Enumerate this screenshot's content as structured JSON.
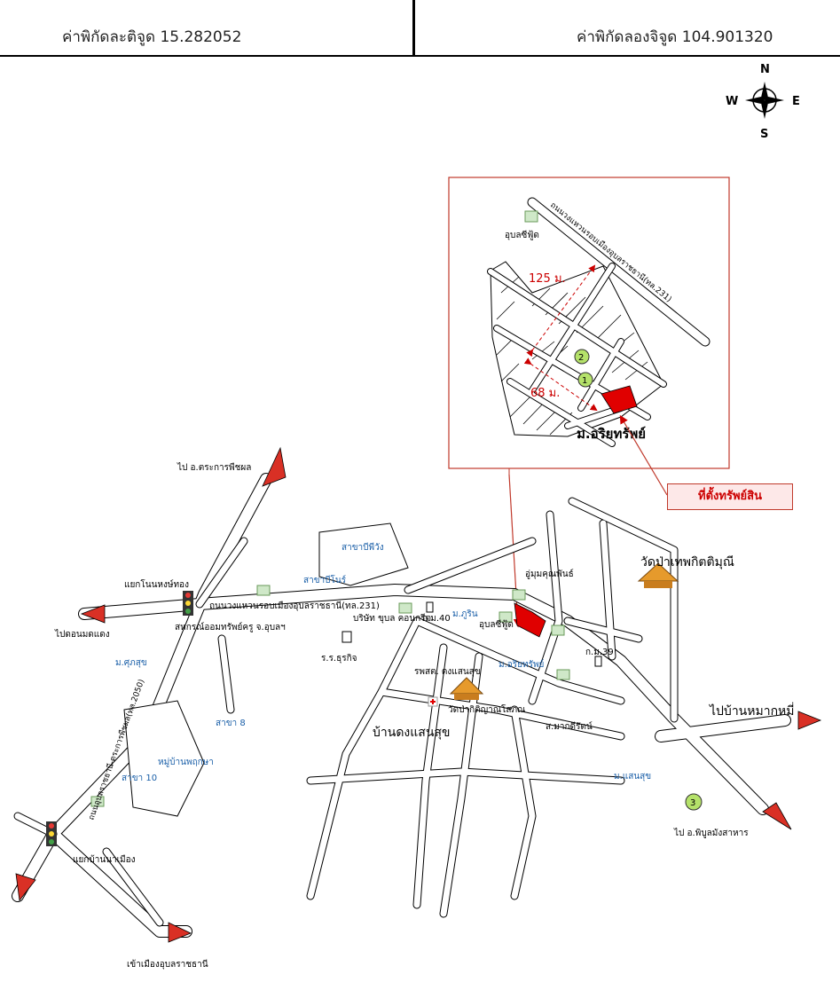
{
  "header": {
    "latitude_label": "ค่าพิกัดละติจูด 15.282052",
    "longitude_label": "ค่าพิกัดลองจิจูด 104.901320"
  },
  "compass": {
    "n": "N",
    "s": "S",
    "e": "E",
    "w": "W"
  },
  "inset": {
    "road_label": "ถนนวงแหวนรอบเมืองอุบลราชธานี(ทล.231)",
    "landmark": "อุบลซีฟู้ด",
    "dist_1": "125 ม.",
    "dist_2": "68 ม.",
    "village": "ม.อริยทรัพย์",
    "marker_1": "1",
    "marker_2": "2"
  },
  "property_label": "ที่ตั้งทรัพย์สิน",
  "map": {
    "to_trakan": "ไป อ.ตระการพืชผล",
    "junction_tong": "แยกโนนหงษ์ทอง",
    "to_don_mot_daeng": "ไปดอนมดแดง",
    "village_sukjai": "ม.ศุภสุข",
    "coop": "สหกรณ์ออมทรัพย์ครู จ.อุบลฯ",
    "ring_road": "ถนนวงแหวนรอบเมืองอุบลราชธานี(ทล.231)",
    "branch_bpp": "สาขาบีพีวัง",
    "branch_bnr": "สาขาบีโนร์",
    "branch_8": "สาขา 8",
    "branch_10": "สาขา 10",
    "village_phuchai": "หมู่บ้านพฤกษา",
    "road_2050": "ถนนอุบลราชธานี-ตระการพืชผล(ทล.2050)",
    "junction_ban_na_mueang": "แยกบ้านนาเมือง",
    "to_city": "เข้าเมืองอุบลราชธานี",
    "company": "บริษัท ขุบล คอนกรีต",
    "km40": "ก.ม.40",
    "village_phurin": "ม.ภูริน",
    "school": "ร.ร.ธุรกิจ",
    "hospital": "รพสต. ดงแสนสุข",
    "wat_pa": "วัดป่ากิติญาณโสภณ",
    "ban_dong_saen_suk": "บ้านดงแสนสุข",
    "auto_garage": "อู่มุมคุณพันธ์",
    "seafood": "อุบลซีฟู้ด",
    "village_ariya": "ม.อริยทรัพย์",
    "wat_thep": "วัดป่าเทพกิตติมุณี",
    "km39": "ก.ม.39",
    "to_ban_mak": "ไปบ้านหมากหมี่",
    "mak_dee": "ส.มากดีรัตน์",
    "village_saen_suk": "ม.แสนสุข",
    "to_phibun": "ไป อ.พิบูลมังสาหาร",
    "marker_3": "3"
  }
}
